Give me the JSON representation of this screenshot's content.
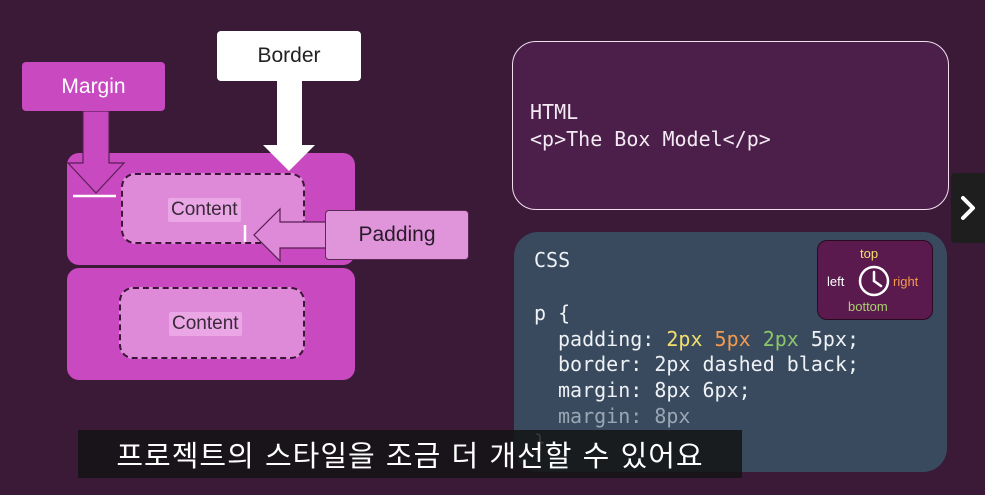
{
  "diagram": {
    "content_label_1": "Content",
    "content_label_2": "Content",
    "margin_label": "Margin",
    "border_label": "Border",
    "padding_label": "Padding"
  },
  "html_panel": {
    "heading": "HTML",
    "code": "<p>The Box Model</p>"
  },
  "css_panel": {
    "heading": "CSS",
    "selector_open": "p {",
    "padding_prop": "padding: ",
    "padding_values": [
      "2px",
      "5px",
      "2px",
      "5px;"
    ],
    "border_line": "border: 2px dashed black;",
    "margin_line": "margin: 8px 6px;",
    "margin_faded_line": "margin: 8px",
    "closing": "}"
  },
  "compass": {
    "top": "top",
    "left": "left",
    "right": "right",
    "bottom": "bottom"
  },
  "subtitle": "프로젝트의 스타일을 조금 더 개선할 수 있어요",
  "icons": {
    "clock": "clock-icon",
    "next": "chevron-right-icon"
  },
  "colors": {
    "background": "#3b1a37",
    "margin_pink": "#c849c0",
    "padding_pink": "#de8ad8",
    "html_panel": "#4c1f4a",
    "css_panel": "#394a5e",
    "top_yellow": "#f2e06b",
    "right_orange": "#f39a4e",
    "bottom_green": "#a8d070"
  }
}
